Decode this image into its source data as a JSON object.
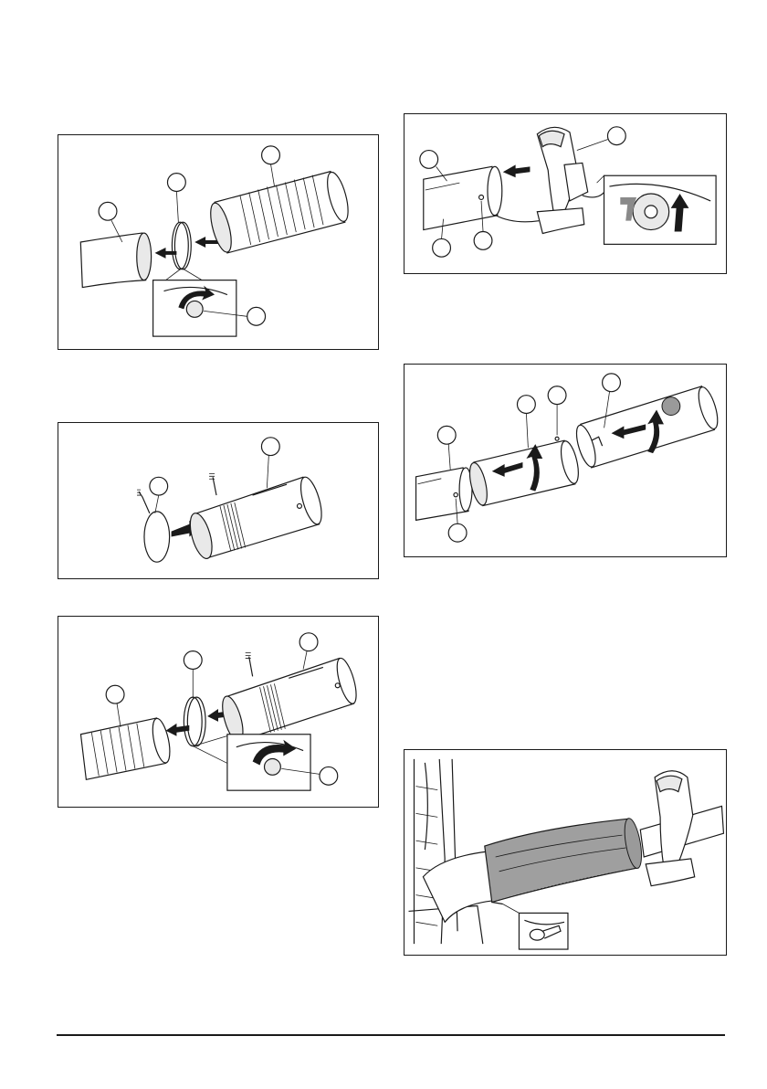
{
  "page": {
    "figures": [
      {
        "id": "fig-hose-clamp-removal"
      },
      {
        "id": "fig-handle-tube-removal"
      },
      {
        "id": "fig-clamp-onto-tube"
      },
      {
        "id": "fig-tube-twist-lock"
      },
      {
        "id": "fig-clamp-tighten-hose"
      },
      {
        "id": "fig-tube-cover-zip"
      }
    ]
  }
}
